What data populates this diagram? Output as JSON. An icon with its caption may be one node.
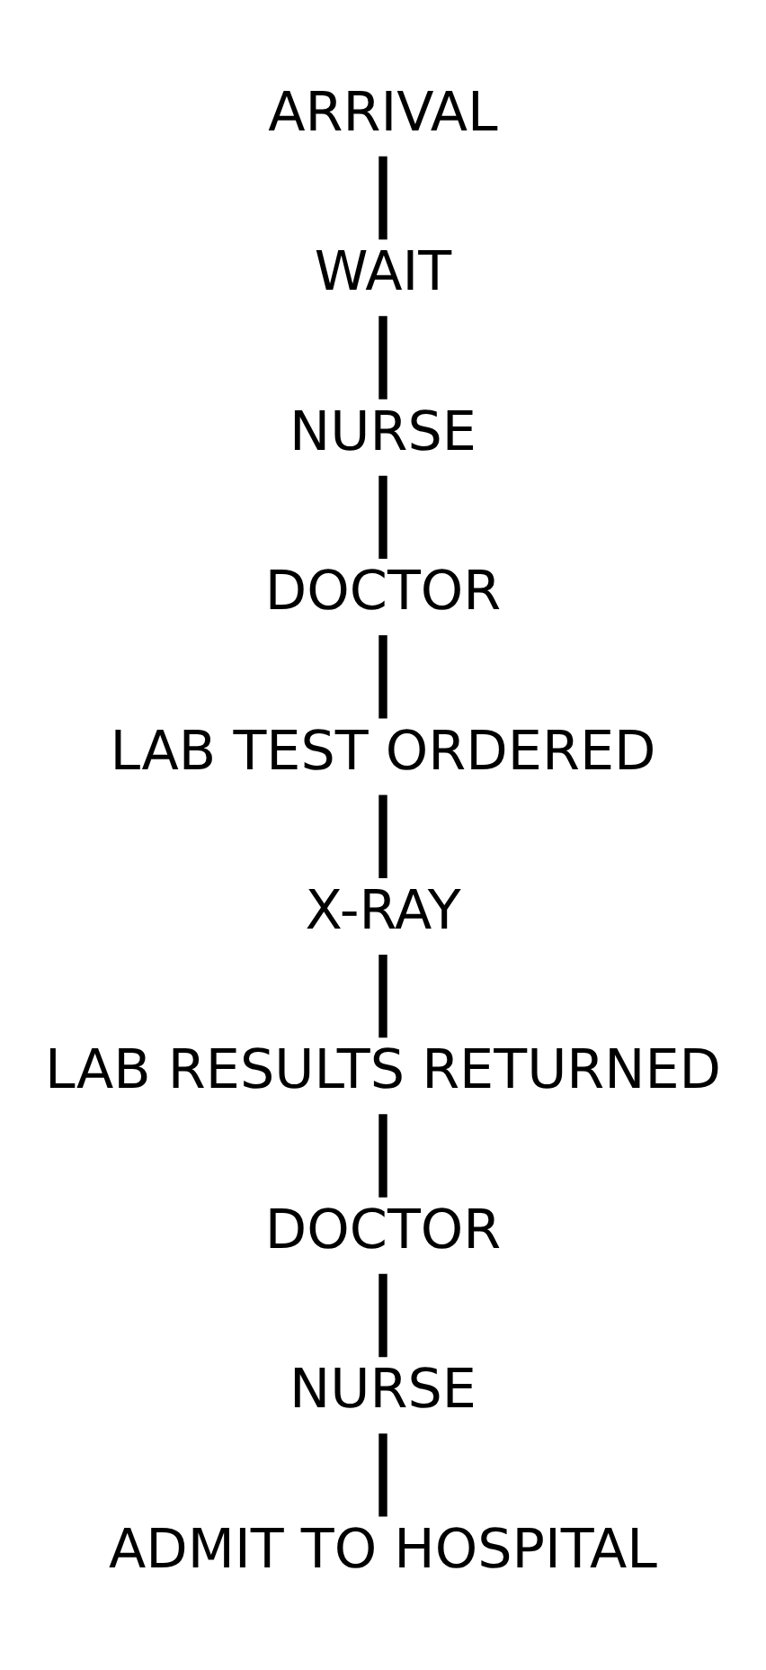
{
  "diagram": {
    "nodes": [
      {
        "text": [
          "ARRIVAL"
        ]
      },
      {
        "text": [
          "WAIT"
        ]
      },
      {
        "text": [
          "NURSE"
        ]
      },
      {
        "text": [
          "DOCTOR"
        ]
      },
      {
        "text": [
          "LAB TEST ORDERED"
        ]
      },
      {
        "text": [
          "X-RAY"
        ]
      },
      {
        "text": [
          "LAB RESULTS RETURNED"
        ]
      },
      {
        "text": [
          "DOCTOR"
        ]
      },
      {
        "text": [
          "NURSE"
        ]
      },
      {
        "text": [
          "ADMIT TO HOSPITAL"
        ]
      }
    ],
    "edges": [
      {
        "from": 0,
        "to": 1,
        "arrow": "none"
      },
      {
        "from": 1,
        "to": 2,
        "arrow": "none"
      },
      {
        "from": 2,
        "to": 3,
        "arrow": "none"
      },
      {
        "from": 3,
        "to": 4,
        "arrow": "none"
      },
      {
        "from": 4,
        "to": 5,
        "arrow": "none"
      },
      {
        "from": 5,
        "to": 6,
        "arrow": "none"
      },
      {
        "from": 6,
        "to": 7,
        "arrow": "none"
      },
      {
        "from": 7,
        "to": 8,
        "arrow": "none"
      },
      {
        "from": 8,
        "to": 9,
        "arrow": "none"
      }
    ]
  }
}
